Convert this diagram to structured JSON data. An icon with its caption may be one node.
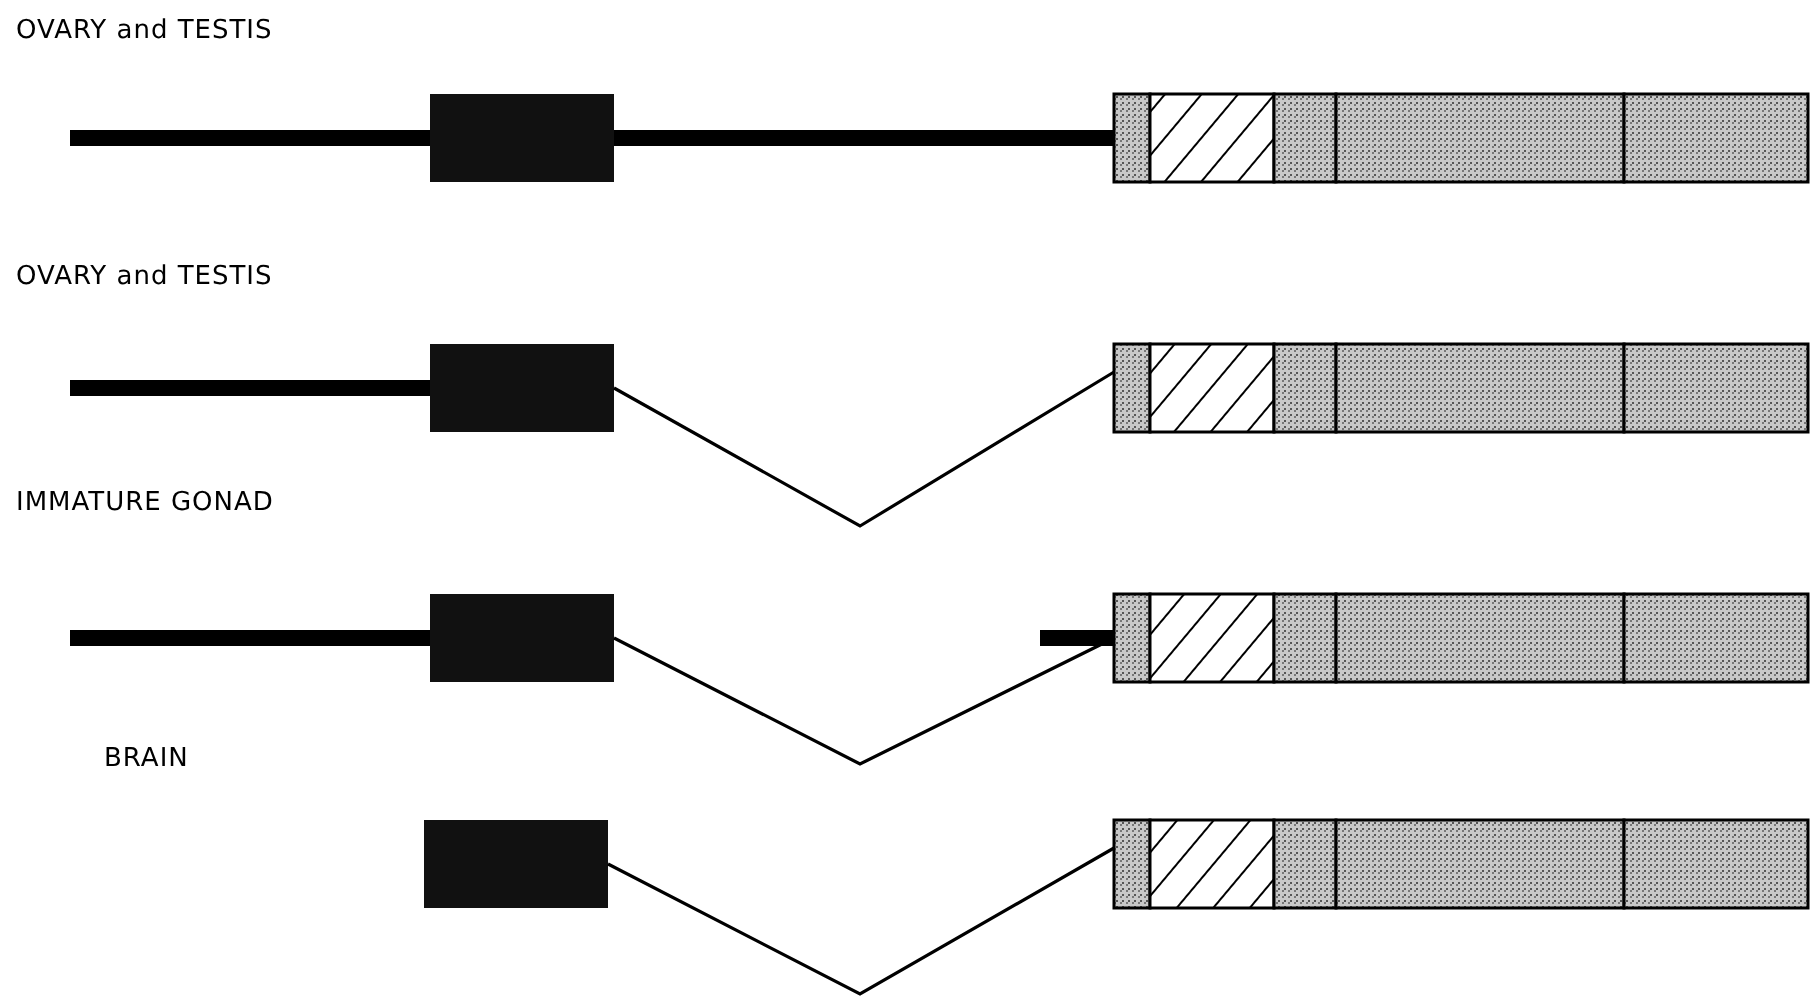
{
  "diagram": {
    "labels": [
      "OVARY and TESTIS",
      "OVARY and TESTIS",
      "IMMATURE GONAD",
      "BRAIN"
    ]
  }
}
